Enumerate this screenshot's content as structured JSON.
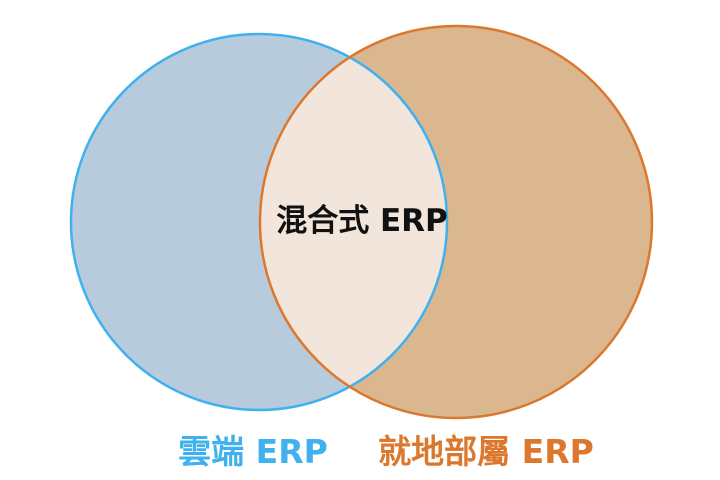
{
  "diagram": {
    "type": "venn",
    "sets": [
      {
        "id": "cloud",
        "label": "雲端 ERP",
        "fill": "#b8cbdc",
        "stroke": "#3fb1ef",
        "label_color": "#3fb1ef"
      },
      {
        "id": "on-premise",
        "label": "就地部屬 ERP",
        "fill": "#dab78e",
        "stroke": "#dc782e",
        "label_color": "#dc782e"
      }
    ],
    "intersection": {
      "label": "混合式 ERP",
      "fill": "#f2e6dc",
      "label_color": "#111111"
    }
  }
}
